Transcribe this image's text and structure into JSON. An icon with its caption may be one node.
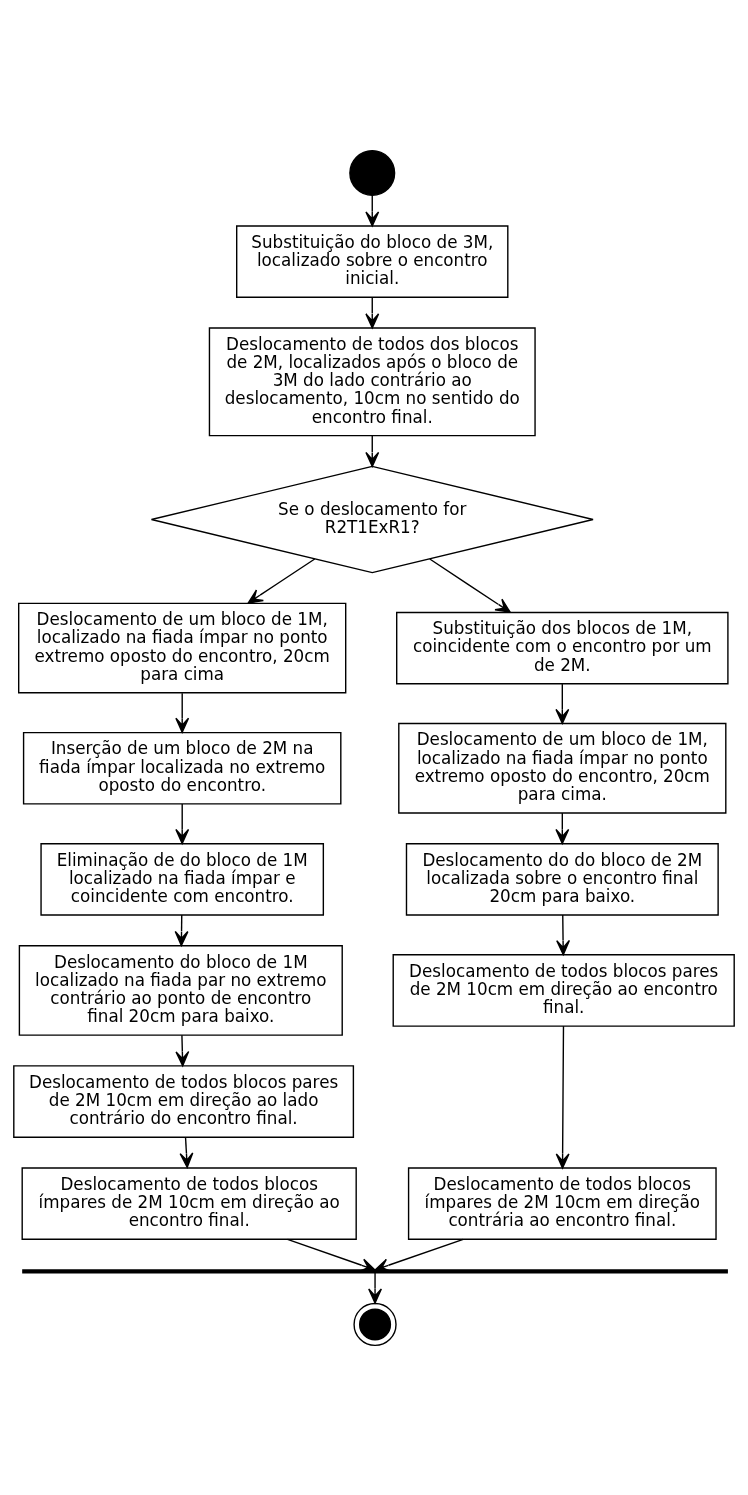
{
  "diagram": {
    "nodes": [
      {
        "text": [],
        "shape": "circle"
      },
      {
        "text": [
          "Substituição do bloco de 3M, localizado sobre o encontro inicial."
        ]
      },
      {
        "text": [
          "Deslocamento de todos dos blocos de 2M, localizados após o bloco de 3M do lado contrário ao deslocamento, 10cm no sentido do encontro final."
        ]
      },
      {
        "text": [
          "Se o deslocamento for R2T1ExR1?"
        ]
      },
      {
        "text": [
          "Deslocamento de um bloco de 1M, localizado na fiada ímpar no ponto extremo oposto do encontro, 20cm para cima"
        ]
      },
      {
        "text": [
          "Inserção de um bloco de 2M na fiada ímpar localizada no extremo oposto do encontro."
        ]
      },
      {
        "text": [
          "Eliminação de do bloco de 1M localizado na fiada ímpar e coincidente com encontro."
        ]
      },
      {
        "text": [
          "Deslocamento do bloco de 1M localizado na fiada par no extremo contrário ao ponto de encontro final 20cm para baixo."
        ]
      },
      {
        "text": [
          "Deslocamento de todos blocos pares de 2M 10cm em direção ao lado contrário do encontro final."
        ]
      },
      {
        "text": [
          "Deslocamento de todos blocos ímpares de 2M 10cm em direção ao encontro final."
        ]
      },
      {
        "text": [
          "Substituição dos blocos de 1M, coincidente com o encontro por um de 2M."
        ]
      },
      {
        "text": [
          "Deslocamento de um bloco de 1M, localizado na fiada ímpar no ponto extremo oposto do encontro, 20cm para cima."
        ]
      },
      {
        "text": [
          "Deslocamento do do bloco de 2M localizada sobre o encontro final 20cm para baixo."
        ]
      },
      {
        "text": [
          "Deslocamento de todos blocos pares de 2M 10cm em direção ao encontro final."
        ]
      },
      {
        "text": [
          "Deslocamento de todos blocos ímpares de 2M 10cm em direção contrária ao encontro final."
        ]
      },
      {
        "text": [],
        "shape": "bar"
      },
      {
        "text": [],
        "shape": "circle"
      }
    ],
    "edges": [
      {
        "from": 0,
        "to": 1,
        "arrow": "to"
      },
      {
        "from": 1,
        "to": 2,
        "arrow": "to"
      },
      {
        "from": 2,
        "to": 3,
        "arrow": "to"
      },
      {
        "from": 3,
        "to": 4,
        "arrow": "to"
      },
      {
        "from": 3,
        "to": 10,
        "arrow": "to"
      },
      {
        "from": 4,
        "to": 5,
        "arrow": "to"
      },
      {
        "from": 5,
        "to": 6,
        "arrow": "to"
      },
      {
        "from": 6,
        "to": 7,
        "arrow": "to"
      },
      {
        "from": 7,
        "to": 8,
        "arrow": "to"
      },
      {
        "from": 8,
        "to": 9,
        "arrow": "to"
      },
      {
        "from": 9,
        "to": 15,
        "arrow": "to"
      },
      {
        "from": 10,
        "to": 11,
        "arrow": "to"
      },
      {
        "from": 11,
        "to": 12,
        "arrow": "to"
      },
      {
        "from": 12,
        "to": 13,
        "arrow": "to"
      },
      {
        "from": 13,
        "to": 14,
        "arrow": "to"
      },
      {
        "from": 14,
        "to": 15,
        "arrow": "to"
      },
      {
        "from": 15,
        "to": 16,
        "arrow": "to"
      }
    ]
  }
}
